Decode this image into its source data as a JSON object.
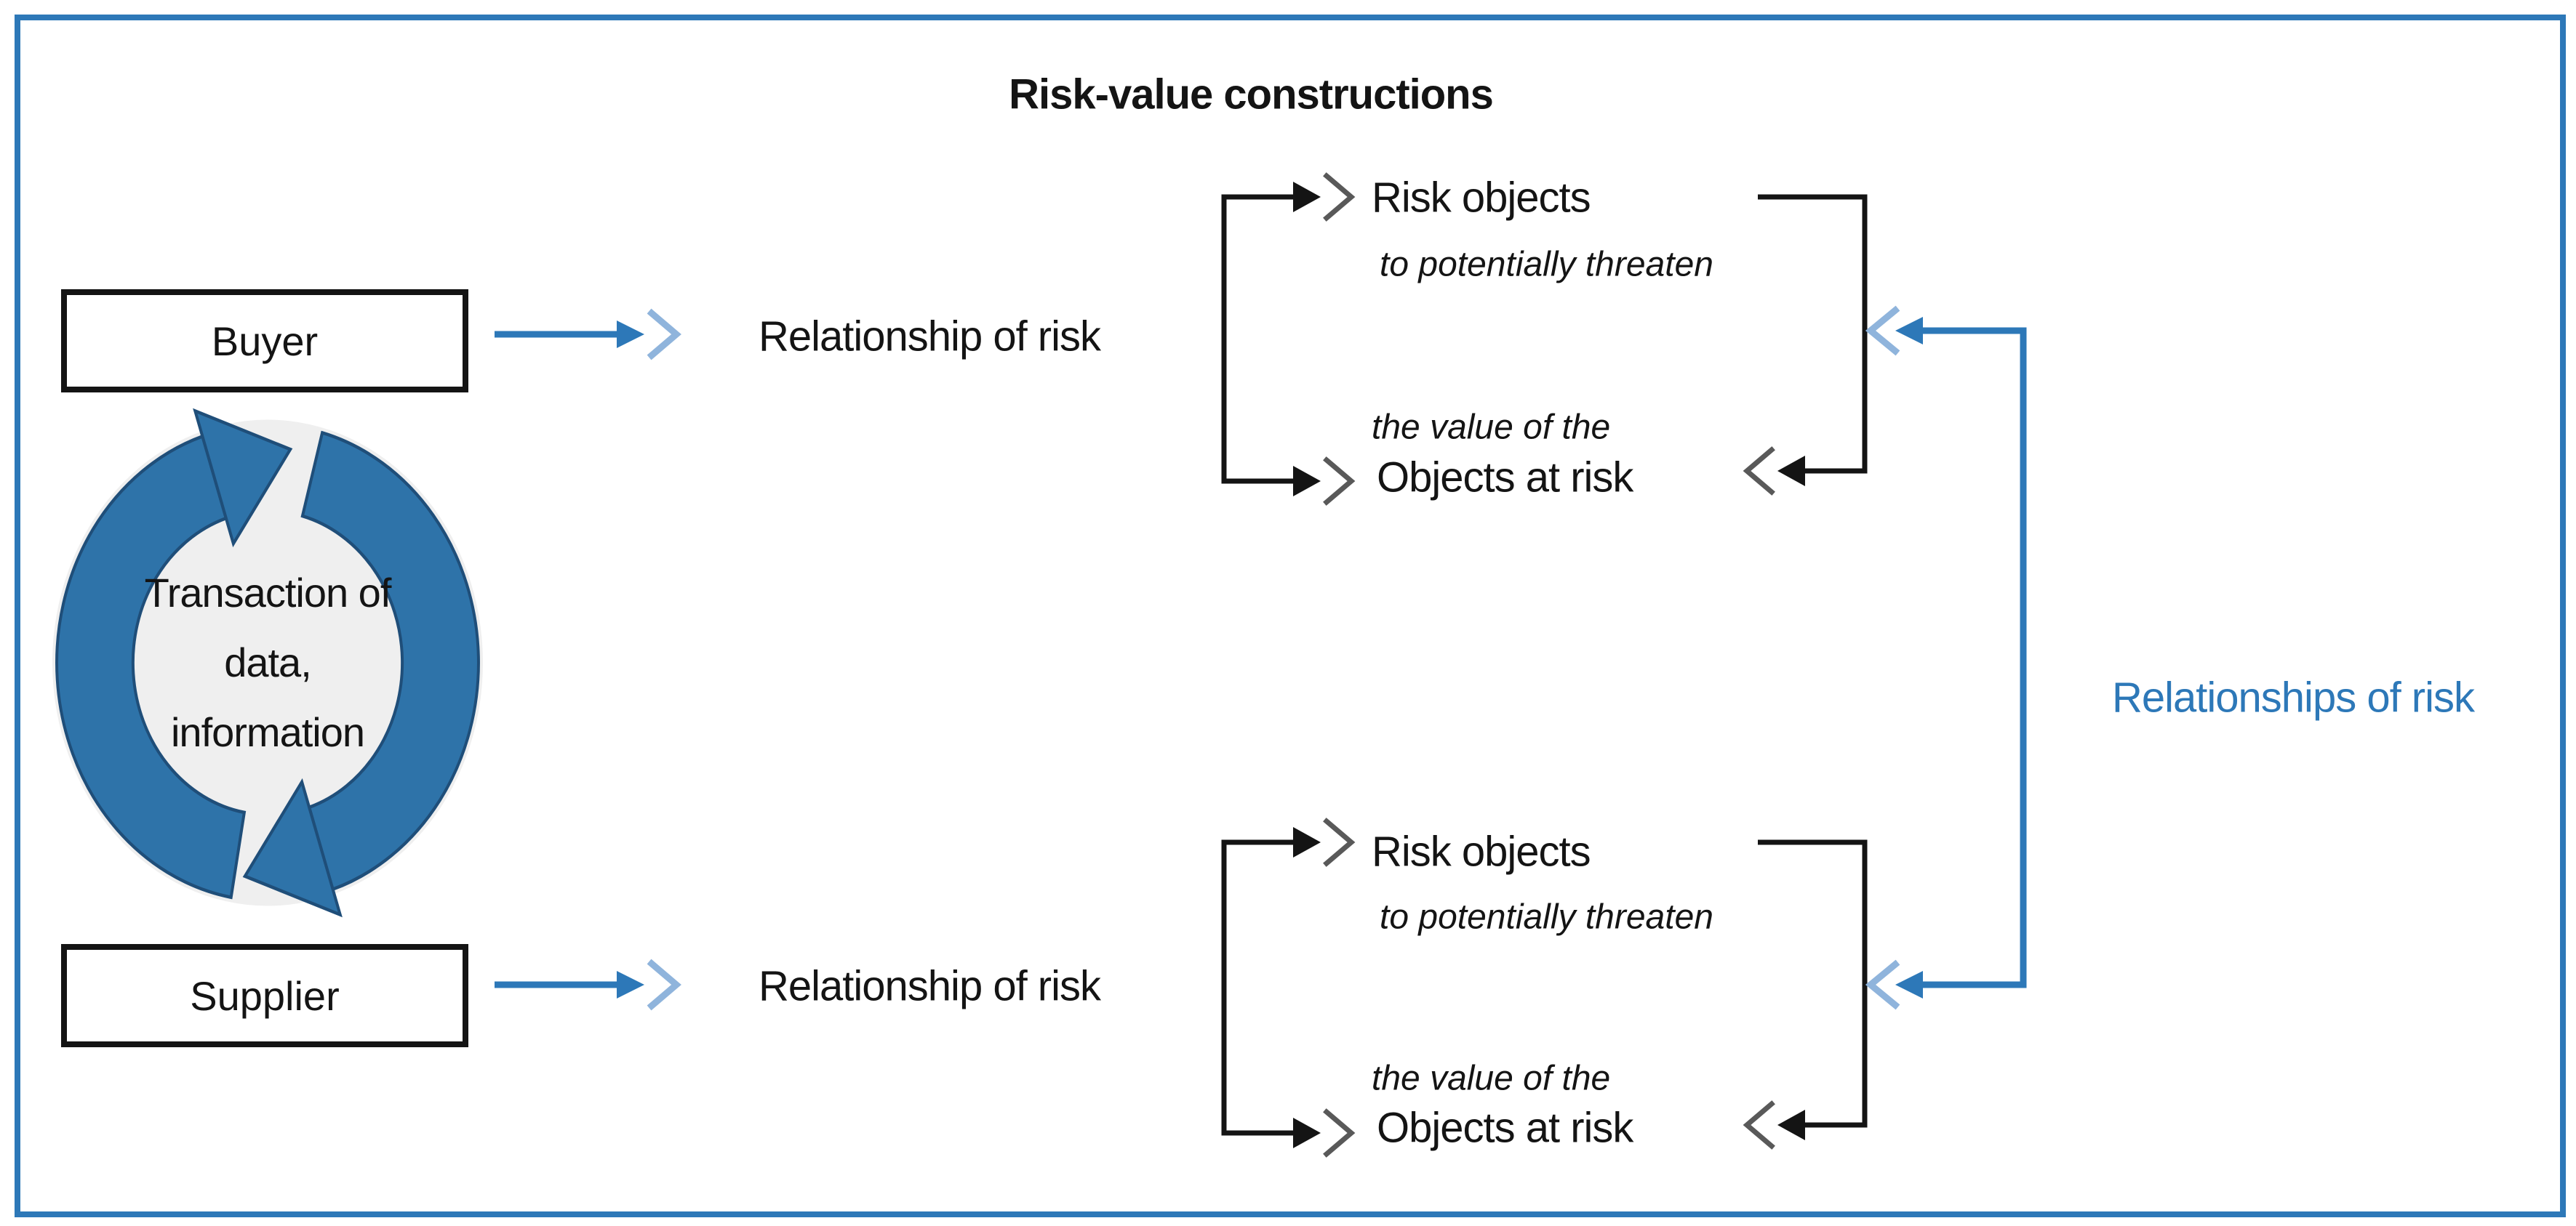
{
  "header": {
    "title": "Risk-value constructions"
  },
  "colors": {
    "accent_blue": "#2d78b8",
    "chevron_blue": "#8fb4dc",
    "text_black": "#141414",
    "chevron_gray": "#595959",
    "cycle_fill": "#2e73a9",
    "cycle_edge": "#1f4e79",
    "disc_gray": "#efefef",
    "bg_white": "#ffffff"
  },
  "nodes": {
    "buyer": "Buyer",
    "supplier": "Supplier"
  },
  "cycle": {
    "lines": [
      "Transaction of",
      "data,",
      "information"
    ]
  },
  "labels": {
    "relationship_top": "Relationship of risk",
    "relationship_bottom": "Relationship of risk",
    "relationships_right": "Relationships of risk"
  },
  "groups": {
    "top": {
      "risk_objects": "Risk objects",
      "threaten": "to potentially threaten",
      "value_of": "the value of the",
      "objects_at_risk": "Objects at risk"
    },
    "bottom": {
      "risk_objects": "Risk objects",
      "threaten": "to potentially threaten",
      "value_of": "the value of the",
      "objects_at_risk": "Objects at risk"
    }
  }
}
